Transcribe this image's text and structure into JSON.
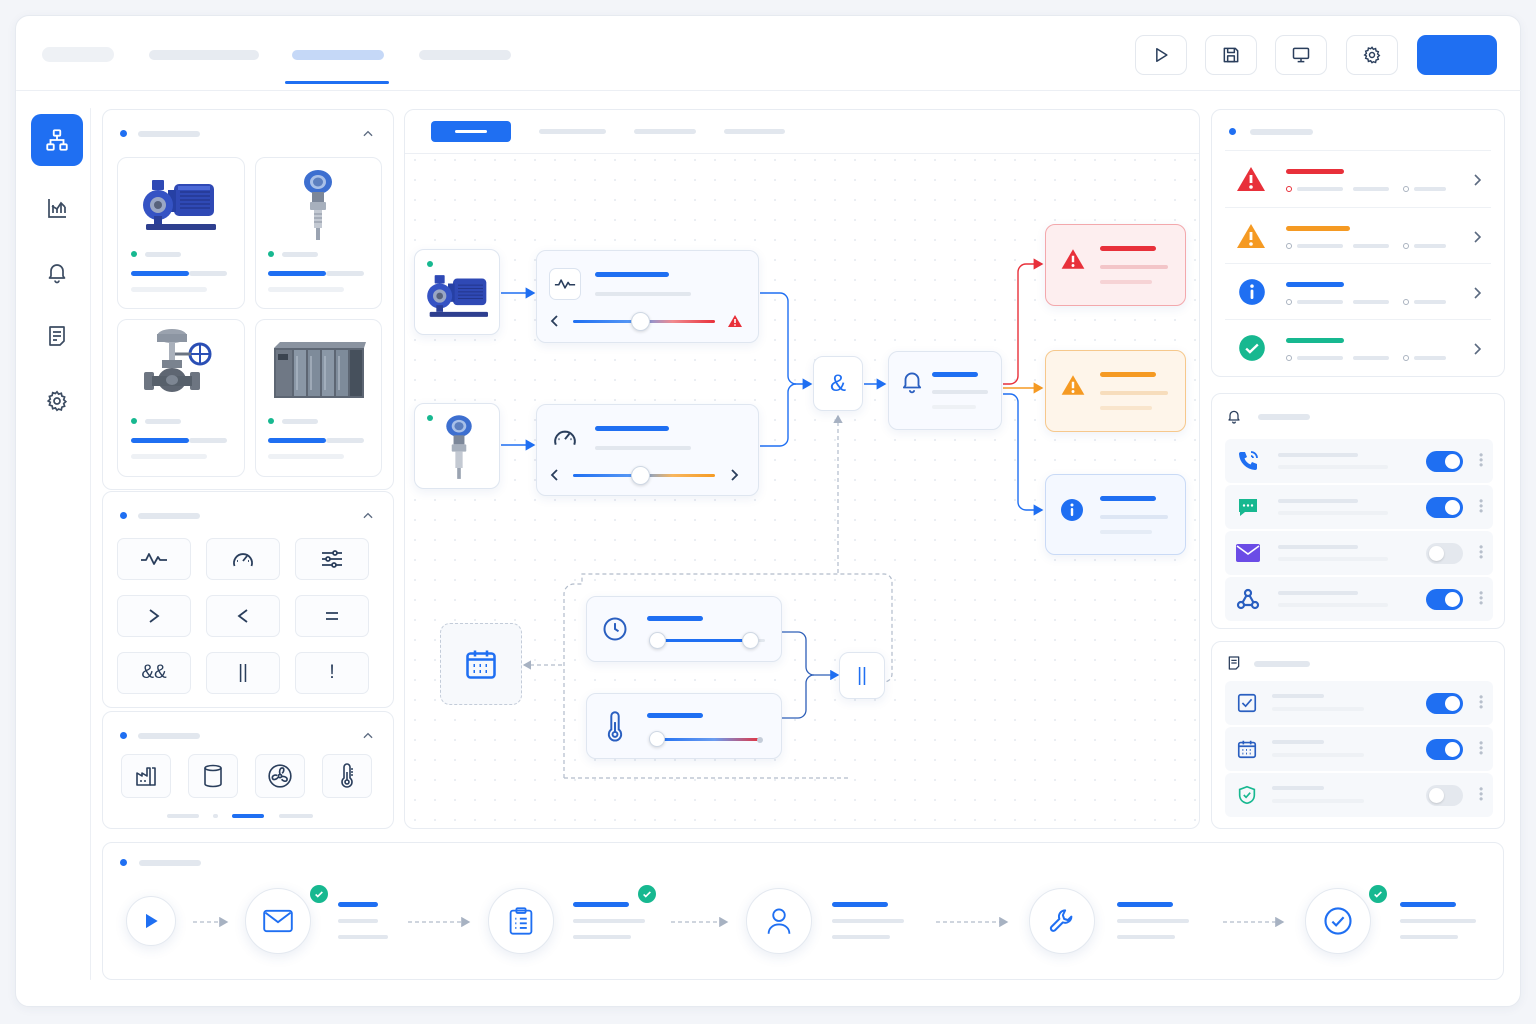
{
  "toolbar": {
    "run_icon": "play-icon",
    "save_icon": "save-icon",
    "monitor_icon": "monitor-icon",
    "settings_icon": "gear-icon"
  },
  "sidebar": {
    "items": [
      {
        "icon": "hierarchy-icon",
        "active": true
      },
      {
        "icon": "chart-icon",
        "active": false
      },
      {
        "icon": "bell-icon",
        "active": false
      },
      {
        "icon": "document-icon",
        "active": false
      },
      {
        "icon": "gear-icon",
        "active": false
      }
    ]
  },
  "devices": [
    {
      "icon": "centrifugal-pump-icon"
    },
    {
      "icon": "pressure-transmitter-icon"
    },
    {
      "icon": "control-valve-icon"
    },
    {
      "icon": "plc-rack-icon"
    }
  ],
  "operators": [
    "&&",
    "||",
    "!"
  ],
  "palette_icons": [
    "factory-icon",
    "tank-icon",
    "fan-icon",
    "thermometer-icon"
  ],
  "flow": {
    "and_symbol": "&",
    "or_symbol": "||"
  },
  "colors": {
    "primary": "#1f6ff2",
    "critical": "#e8303a",
    "warning": "#f59a23",
    "info": "#1f6ff2",
    "success": "#17b890",
    "webhook": "#2a5fc0",
    "email": "#6b4ce6"
  },
  "alerts_panel": {
    "rows": [
      {
        "severity": "critical",
        "icon": "warning-triangle-icon"
      },
      {
        "severity": "warning",
        "icon": "warning-triangle-icon"
      },
      {
        "severity": "info",
        "icon": "info-icon"
      },
      {
        "severity": "success",
        "icon": "check-circle-icon"
      }
    ]
  },
  "notifications_panel": {
    "channels": [
      {
        "icon": "phone-icon",
        "enabled": true
      },
      {
        "icon": "chat-icon",
        "enabled": true
      },
      {
        "icon": "mail-icon",
        "enabled": false
      },
      {
        "icon": "webhook-icon",
        "enabled": true
      }
    ]
  },
  "reports_panel": {
    "rows": [
      {
        "icon": "checkbox-icon",
        "enabled": true
      },
      {
        "icon": "calendar-icon",
        "enabled": true
      },
      {
        "icon": "shield-check-icon",
        "enabled": false
      }
    ]
  },
  "workflow": {
    "steps": [
      {
        "icon": "play-icon",
        "done": false
      },
      {
        "icon": "mail-icon",
        "done": true
      },
      {
        "icon": "clipboard-icon",
        "done": true
      },
      {
        "icon": "user-icon",
        "done": false
      },
      {
        "icon": "wrench-icon",
        "done": false
      },
      {
        "icon": "check-circle-icon",
        "done": true
      }
    ]
  }
}
